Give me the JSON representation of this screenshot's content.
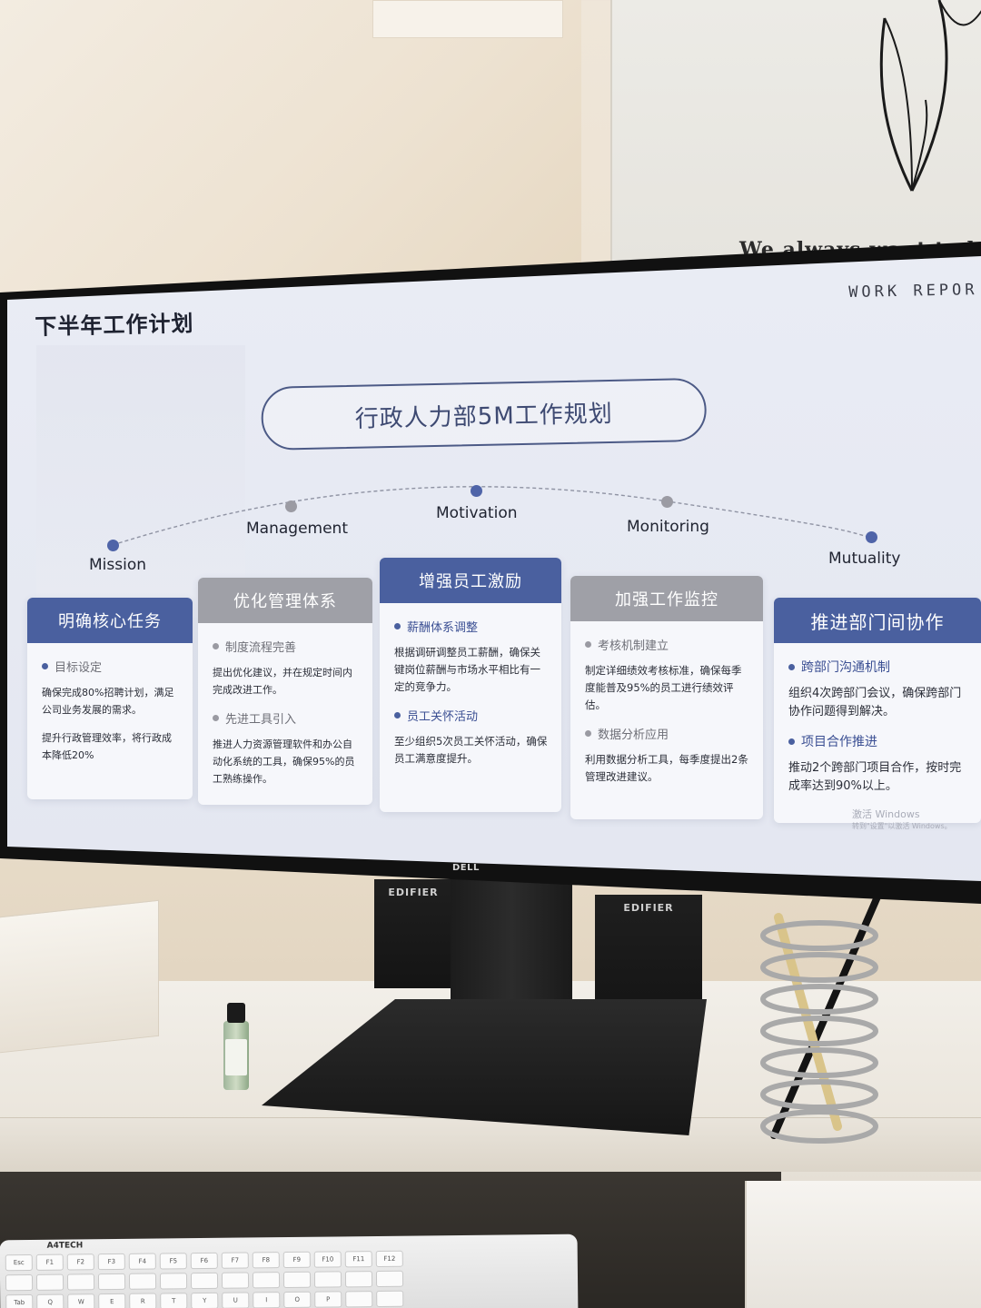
{
  "poster": {
    "text": "We always want to be"
  },
  "slide": {
    "title": "下半年工作计划",
    "corner_label": "WORK REPOR",
    "headline": "行政人力部5M工作规划",
    "stages": [
      {
        "label": "Mission",
        "dot": "blue"
      },
      {
        "label": "Management",
        "dot": "gray"
      },
      {
        "label": "Motivation",
        "dot": "blue"
      },
      {
        "label": "Monitoring",
        "dot": "gray"
      },
      {
        "label": "Mutuality",
        "dot": "blue"
      }
    ],
    "cards": [
      {
        "header": "明确核心任务",
        "style": "blue",
        "items": [
          {
            "title": "目标设定",
            "text": "确保完成80%招聘计划，满足公司业务发展的需求。"
          }
        ],
        "extra_text": "提升行政管理效率，将行政成本降低20%"
      },
      {
        "header": "优化管理体系",
        "style": "gray",
        "items": [
          {
            "title": "制度流程完善",
            "text": "提出优化建议，并在规定时间内完成改进工作。"
          },
          {
            "title": "先进工具引入",
            "text": "推进人力资源管理软件和办公自动化系统的工具，确保95%的员工熟练操作。"
          }
        ]
      },
      {
        "header": "增强员工激励",
        "style": "blue",
        "items": [
          {
            "title": "薪酬体系调整",
            "text": "根据调研调整员工薪酬，确保关键岗位薪酬与市场水平相比有一定的竞争力。"
          },
          {
            "title": "员工关怀活动",
            "text": "至少组织5次员工关怀活动，确保员工满意度提升。"
          }
        ]
      },
      {
        "header": "加强工作监控",
        "style": "gray",
        "items": [
          {
            "title": "考核机制建立",
            "text": "制定详细绩效考核标准，确保每季度能普及95%的员工进行绩效评估。"
          },
          {
            "title": "数据分析应用",
            "text": "利用数据分析工具，每季度提出2条管理改进建议。"
          }
        ]
      },
      {
        "header": "推进部门间协作",
        "style": "blue",
        "items": [
          {
            "title": "跨部门沟通机制",
            "text": "组织4次跨部门会议，确保跨部门协作问题得到解决。"
          },
          {
            "title": "项目合作推进",
            "text": "推动2个跨部门项目合作，按时完成率达到90%以上。"
          }
        ]
      }
    ],
    "watermark": {
      "line1": "激活 Windows",
      "line2": "转到\"设置\"以激活 Windows。"
    }
  },
  "monitor": {
    "brand": "DELL"
  },
  "speakers": {
    "left": "EDIFIER",
    "right": "EDIFIER"
  },
  "keyboard": {
    "brand": "A4TECH"
  },
  "colors": {
    "accent_blue": "#4a609f",
    "accent_gray": "#9fa0a7",
    "screen_bg": "#e7eaf3"
  }
}
